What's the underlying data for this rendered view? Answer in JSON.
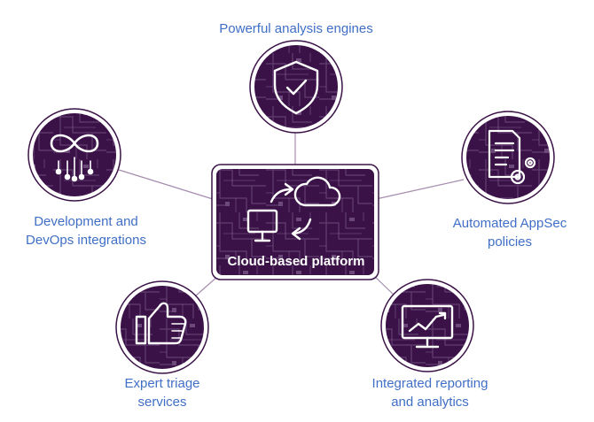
{
  "center": {
    "title": "Cloud-based platform",
    "icon": "cloud-monitor-sync-icon"
  },
  "nodes": [
    {
      "id": "analysis",
      "lines": [
        "Powerful analysis engines"
      ],
      "icon": "shield-check-icon"
    },
    {
      "id": "devops",
      "lines": [
        "Development and",
        "DevOps integrations"
      ],
      "icon": "infinity-circuit-icon"
    },
    {
      "id": "appsec",
      "lines": [
        "Automated AppSec",
        "policies"
      ],
      "icon": "document-gears-icon"
    },
    {
      "id": "triage",
      "lines": [
        "Expert triage",
        "services"
      ],
      "icon": "thumbs-up-icon"
    },
    {
      "id": "reporting",
      "lines": [
        "Integrated reporting",
        "and analytics"
      ],
      "icon": "monitor-chart-icon"
    }
  ],
  "colors": {
    "purple": "#3a1247",
    "label": "#3f6fc6",
    "connector": "#a58db0",
    "icon": "#ffffff"
  }
}
